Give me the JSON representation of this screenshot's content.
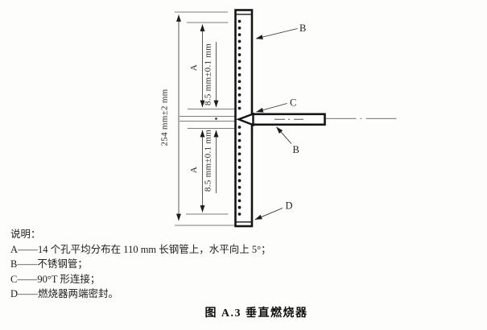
{
  "figure": {
    "caption": "图 A.3  垂直燃烧器",
    "legend": {
      "title": "说明：",
      "items": [
        {
          "key": "A",
          "text": "A——14 个孔平均分布在 110 mm 长钢管上，水平向上 5°；"
        },
        {
          "key": "B",
          "text": "B——不锈钢管；"
        },
        {
          "key": "C",
          "text": "C——90°T 形连接；"
        },
        {
          "key": "D",
          "text": "D——燃烧器两端密封。"
        }
      ]
    },
    "dimensions": {
      "overall_length": "254 mm±2 mm",
      "hole_spacing": "8.5 mm±0.1 mm",
      "hole_span_label": "A"
    },
    "part_labels": {
      "tube_top": "B",
      "tee": "C",
      "tube_side": "B",
      "end_seal": "D"
    },
    "diagram": {
      "holes_per_side": 14,
      "colors": {
        "ink": "#141414",
        "dim_line": "#7d7d7d",
        "leader_line": "#2e2e2e",
        "background": "#fdfdfc"
      }
    }
  }
}
